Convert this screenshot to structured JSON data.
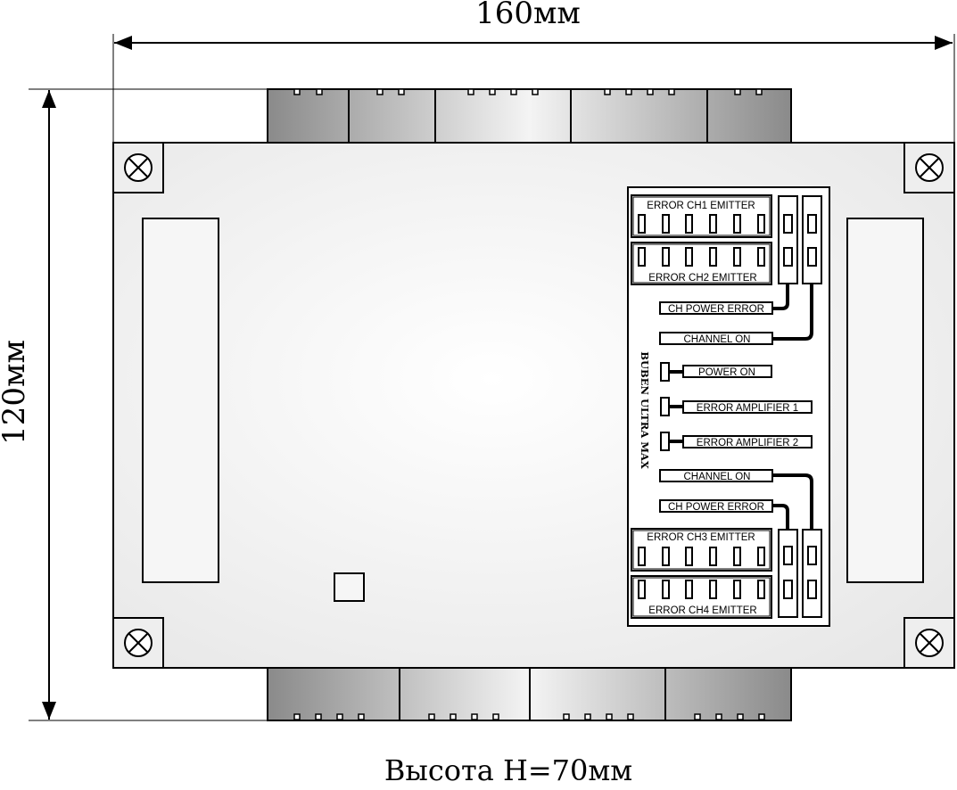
{
  "dimensions": {
    "width_label": "160мм",
    "height_label": "120мм",
    "depth_label": "Высота H=70мм"
  },
  "device": {
    "brand": "BUBEN ULTRA MAX",
    "labels": {
      "error_ch1": "ERROR CH1 EMITTER",
      "error_ch2": "ERROR CH2 EMITTER",
      "ch_power_error_top": "CH POWER ERROR",
      "channel_on_top": "CHANNEL ON",
      "power_on": "POWER ON",
      "error_amp1": "ERROR AMPLIFIER 1",
      "error_amp2": "ERROR AMPLIFIER 2",
      "channel_on_bottom": "CHANNEL ON",
      "ch_power_error_bottom": "CH POWER ERROR",
      "error_ch3": "ERROR CH3 EMITTER",
      "error_ch4": "ERROR CH4 EMITTER"
    }
  }
}
